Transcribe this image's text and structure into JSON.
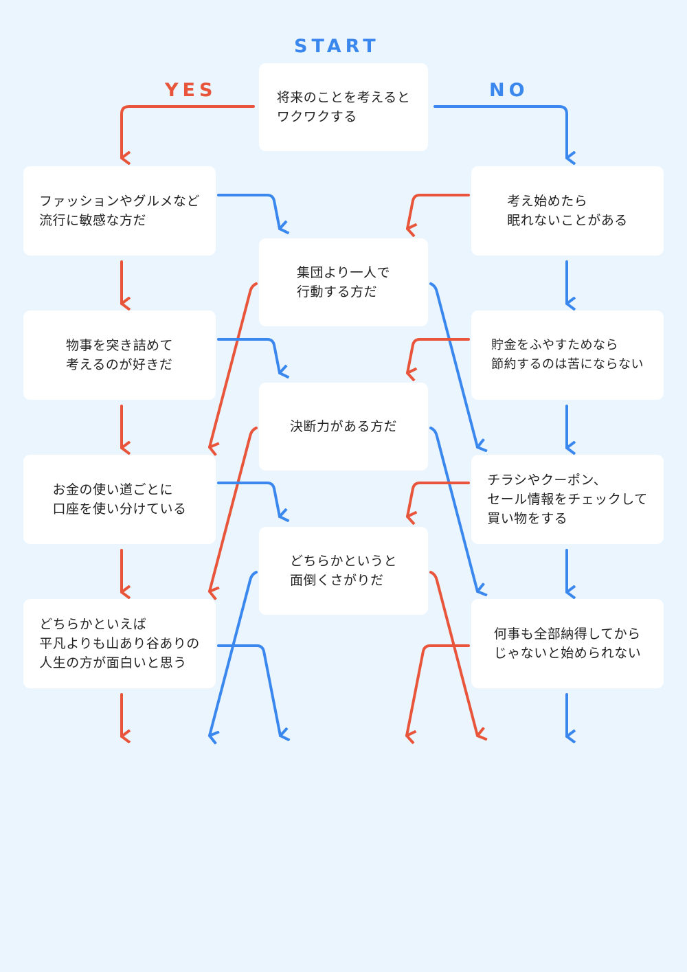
{
  "colors": {
    "background": "#eaf5fe",
    "yes": "#e8553a",
    "no": "#3a87ee",
    "box": "#ffffff",
    "text": "#222222"
  },
  "labels": {
    "start": "START",
    "yes": "YES",
    "no": "NO"
  },
  "nodes": {
    "start": "将来のことを考えると\nワクワクする",
    "fashion": "ファッションやグルメなど\n流行に敏感な方だ",
    "sleepless": "考え始めたら\n眠れないことがある",
    "solo": "集団より一人で\n行動する方だ",
    "pursue": "物事を突き詰めて\n考えるのが好きだ",
    "saving": "貯金をふやすためなら\n節約するのは苦にならない",
    "decisive": "決断力がある方だ",
    "accounts": "お金の使い道ごとに\n口座を使い分けている",
    "coupons": "チラシやクーポン、\nセール情報をチェックして\n買い物をする",
    "lazy": "どちらかというと\n面倒くさがりだ",
    "ups_downs": "どちらかといえば\n平凡よりも山あり谷ありの\n人生の方が面白いと思う",
    "convinced": "何事も全部納得してから\nじゃないと始められない"
  }
}
